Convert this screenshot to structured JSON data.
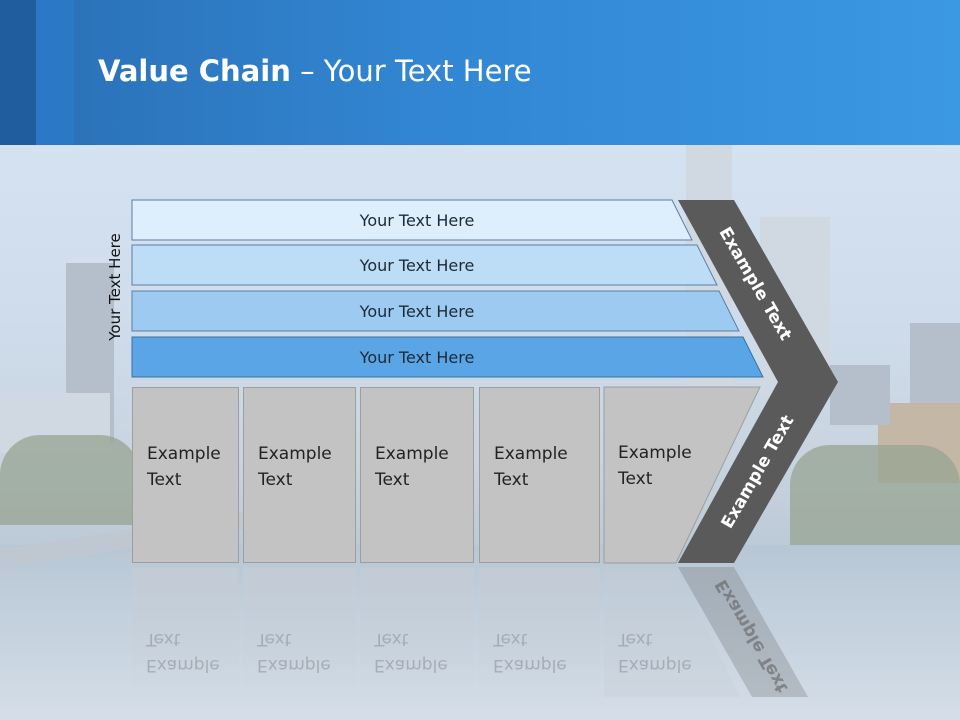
{
  "header": {
    "title_bold": "Value Chain",
    "title_rest": " – Your Text Here"
  },
  "diagram": {
    "side_label": "Your Text Here",
    "bands": [
      {
        "label": "Your Text Here",
        "color": "#ddeefc"
      },
      {
        "label": "Your Text Here",
        "color": "#bddcf6"
      },
      {
        "label": "Your Text Here",
        "color": "#9ccaf0"
      },
      {
        "label": "Your Text Here",
        "color": "#5aa5e6"
      }
    ],
    "boxes": [
      {
        "line1": "Example",
        "line2": "Text"
      },
      {
        "line1": "Example",
        "line2": "Text"
      },
      {
        "line1": "Example",
        "line2": "Text"
      },
      {
        "line1": "Example",
        "line2": "Text"
      },
      {
        "line1": "Example",
        "line2": "Text"
      }
    ],
    "chevron_top_label": "Example Text",
    "chevron_bottom_label": "Example Text",
    "chevron_color": "#5a5a5a",
    "box_color": "#c3c3c3"
  }
}
